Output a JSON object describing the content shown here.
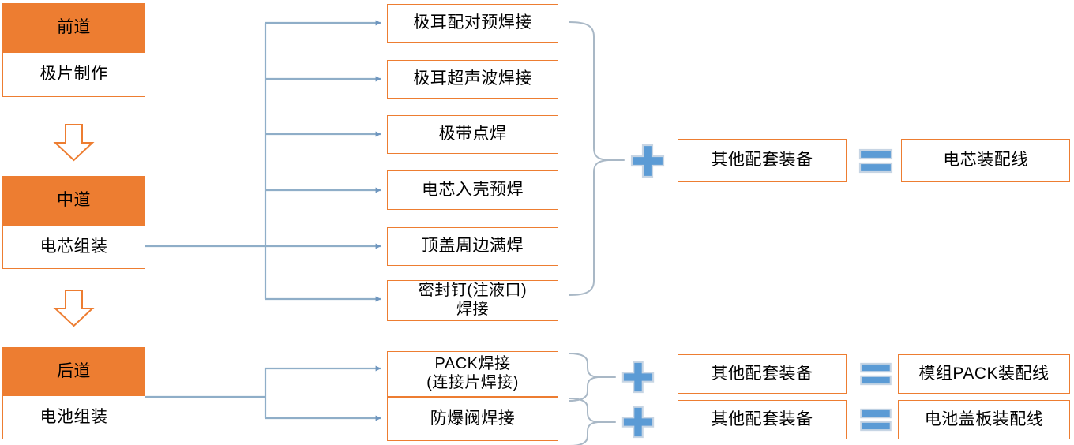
{
  "theme": {
    "orange": "#ED7D31",
    "blue": "#5B9BD5",
    "brace_gray": "#A9B8C6",
    "text": "#000000",
    "background": "#FFFFFF"
  },
  "stages": [
    {
      "id": "front",
      "header": "前道",
      "body": "极片制作"
    },
    {
      "id": "middle",
      "header": "中道",
      "body": "电芯组装"
    },
    {
      "id": "back",
      "header": "后道",
      "body": "电池组装"
    }
  ],
  "arrows_between_stages": [
    {
      "name": "down-arrow-front-to-middle"
    },
    {
      "name": "down-arrow-middle-to-back"
    }
  ],
  "middle_processes": [
    "极耳配对预焊接",
    "极耳超声波焊接",
    "极带点焊",
    "电芯入壳预焊",
    "顶盖周边满焊",
    "密封钉(注液口)\n焊接"
  ],
  "back_processes": [
    "PACK焊接\n(连接片焊接)",
    "防爆阀焊接"
  ],
  "operators": {
    "plus": "plus-icon",
    "equals": "equals-icon"
  },
  "equations": [
    {
      "id": "cell-line",
      "source_group": "middle_processes",
      "addend": "其他配套装备",
      "result": "电芯装配线"
    },
    {
      "id": "module-pack-line",
      "source_group": "back_process_1",
      "addend": "其他配套装备",
      "result": "模组PACK装配线"
    },
    {
      "id": "battery-cover-line",
      "source_group": "back_process_2",
      "addend": "其他配套装备",
      "result": "电池盖板装配线"
    }
  ]
}
